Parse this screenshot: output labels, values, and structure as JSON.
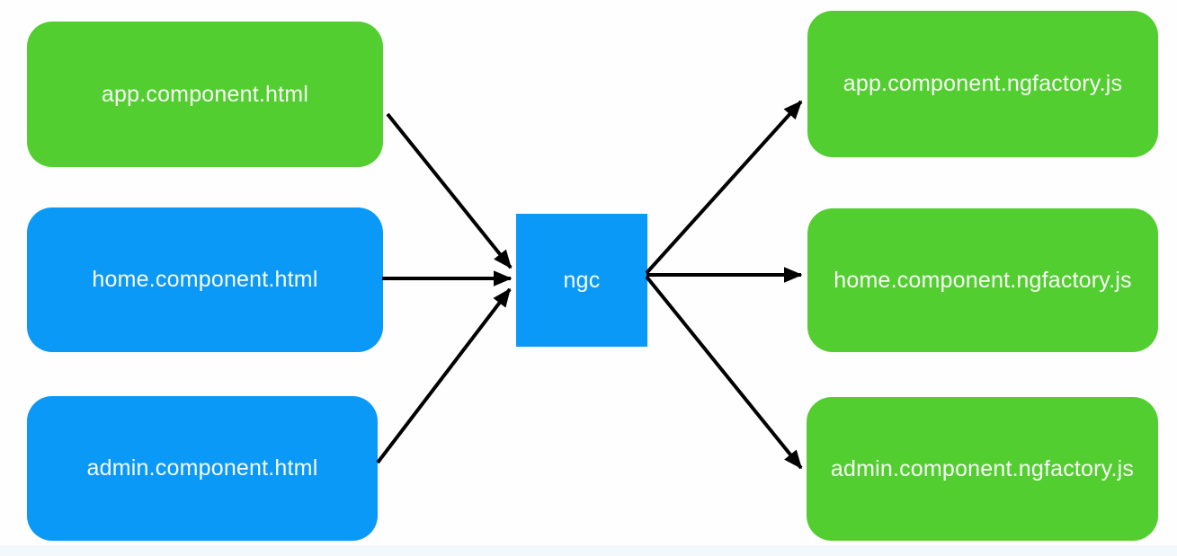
{
  "diagram": {
    "nodes": {
      "inputs": [
        {
          "id": "app-component-html",
          "label": "app.component.html",
          "color": "#53ce31"
        },
        {
          "id": "home-component-html",
          "label": "home.component.html",
          "color": "#0b99f8"
        },
        {
          "id": "admin-component-html",
          "label": "admin.component.html",
          "color": "#0b99f8"
        }
      ],
      "compiler": {
        "id": "ngc",
        "label": "ngc",
        "color": "#0b99f8",
        "shape": "square"
      },
      "outputs": [
        {
          "id": "app-component-ngfactory-js",
          "label": "app.component.ngfactory.js",
          "color": "#53ce31"
        },
        {
          "id": "home-component-ngfactory-js",
          "label": "home.component.ngfactory.js",
          "color": "#53ce31"
        },
        {
          "id": "admin-component-ngfactory-js",
          "label": "admin.component.ngfactory.js",
          "color": "#53ce31"
        }
      ]
    },
    "edges": [
      {
        "from": "app.component.html",
        "to": "ngc"
      },
      {
        "from": "home.component.html",
        "to": "ngc"
      },
      {
        "from": "admin.component.html",
        "to": "ngc"
      },
      {
        "from": "ngc",
        "to": "app.component.ngfactory.js"
      },
      {
        "from": "ngc",
        "to": "home.component.ngfactory.js"
      },
      {
        "from": "ngc",
        "to": "admin.component.ngfactory.js"
      }
    ],
    "colors": {
      "green": "#53ce31",
      "blue": "#0b99f8",
      "arrow": "#000000",
      "label_text": "#f8faf6",
      "background": "#fefefe",
      "bottom_strip": "#f3f8fc"
    }
  }
}
